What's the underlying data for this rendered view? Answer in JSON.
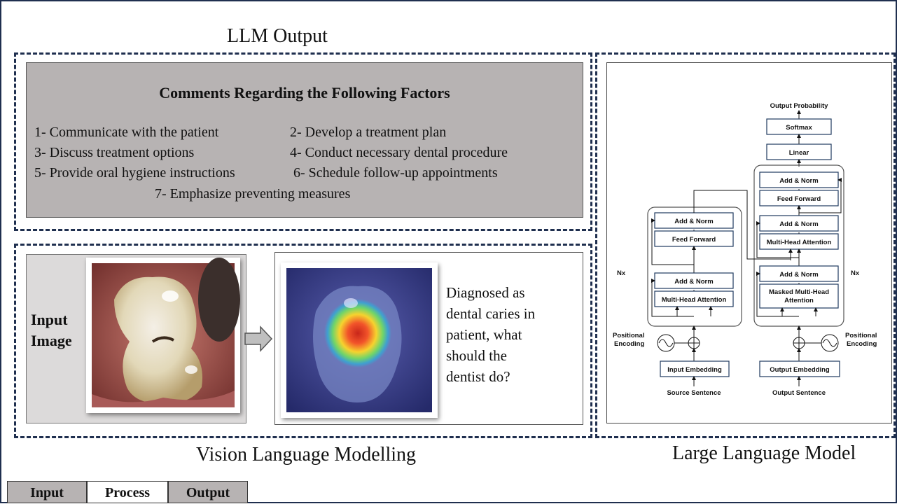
{
  "llm_output": {
    "title": "LLM Output",
    "heading": "Comments Regarding the Following Factors",
    "items": [
      "1- Communicate with the patient",
      "2- Develop a treatment plan",
      "3- Discuss treatment options",
      "4- Conduct necessary dental procedure",
      "5- Provide oral hygiene instructions",
      "6- Schedule follow-up appointments",
      "7- Emphasize preventing measures"
    ]
  },
  "vision": {
    "input_label_line1": "Input",
    "input_label_line2": "Image",
    "question_lines": [
      "Diagnosed as",
      "dental caries in",
      "patient, what",
      "should the",
      "dentist do?"
    ],
    "caption": "Vision Language Modelling"
  },
  "llm_model": {
    "caption": "Large Language Model",
    "transformer": {
      "output_probability": "Output Probability",
      "softmax": "Softmax",
      "linear": "Linear",
      "add_norm": "Add & Norm",
      "feed_forward": "Feed Forward",
      "multi_head_attention": "Multi-Head Attention",
      "masked_mha_line1": "Masked Multi-Head",
      "masked_mha_line2": "Attention",
      "nx": "Nx",
      "positional": "Positional",
      "encoding": "Encoding",
      "input_embedding": "Input Embedding",
      "output_embedding": "Output Embedding",
      "source_sentence": "Source Sentence",
      "output_sentence": "Output Sentence"
    }
  },
  "tabs": [
    "Input",
    "Process",
    "Output"
  ],
  "colors": {
    "frame": "#1f2f4f",
    "llm_panel_bg": "#b7b3b3",
    "image_panel_bg": "#dcdada",
    "tab_gray": "#b7b3b3"
  }
}
